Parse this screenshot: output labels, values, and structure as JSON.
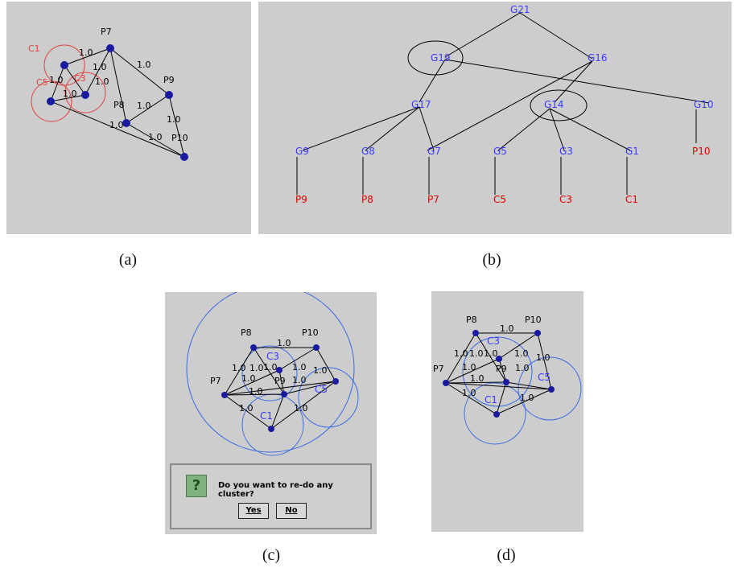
{
  "captions": {
    "a": "(a)",
    "b": "(b)",
    "c": "(c)",
    "d": "(d)"
  },
  "panel_a": {
    "node_labels": {
      "p7": "P7",
      "p9": "P9",
      "p8": "P8",
      "p10": "P10",
      "c1": "C1",
      "c5": "C5",
      "c3": "C3"
    },
    "weight": "1.0"
  },
  "panel_b": {
    "internal": {
      "g21": "G21",
      "g19": "G19",
      "g16": "G16",
      "g17": "G17",
      "g14": "G14",
      "g10": "G10",
      "g9": "G9",
      "g8": "G8",
      "g7": "G7",
      "g5": "G5",
      "g3": "G3",
      "g1": "G1"
    },
    "leaves": {
      "p9": "P9",
      "p8": "P8",
      "p7": "P7",
      "c5": "C5",
      "c3": "C3",
      "c1": "C1",
      "p10": "P10"
    }
  },
  "panel_c": {
    "node_labels": {
      "p8": "P8",
      "p10": "P10",
      "p7": "P7",
      "p9": "P9",
      "c3": "C3",
      "c5": "C5",
      "c1": "C1"
    },
    "weight": "1.0",
    "dialog": {
      "message": "Do you want to re-do any cluster?",
      "yes": "Yes",
      "no": "No",
      "icon": "question-icon"
    }
  },
  "panel_d": {
    "node_labels": {
      "p8": "P8",
      "p10": "P10",
      "p7": "P7",
      "p9": "P9",
      "c3": "C3",
      "c5": "C5",
      "c1": "C1"
    },
    "weight": "1.0"
  },
  "colors": {
    "panel_bg": "#cdcdcd",
    "node": "#1a1aa0",
    "red_circle": "#e04040",
    "blue_circle": "#3a6ae0",
    "leaf_label": "#e00000",
    "internal_label": "#3a3aff"
  }
}
